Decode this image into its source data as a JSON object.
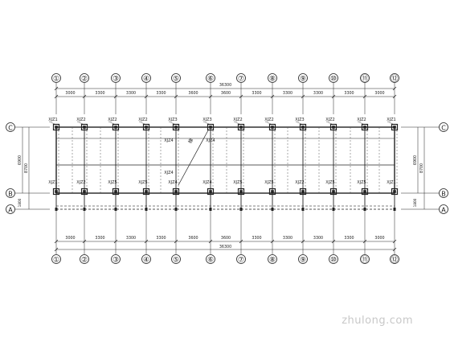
{
  "axes": {
    "columns": [
      "①",
      "②",
      "③",
      "④",
      "⑤",
      "⑥",
      "⑦",
      "⑧",
      "⑨",
      "⑩",
      "⑪",
      "⑫"
    ],
    "rows": [
      "A",
      "B",
      "C"
    ]
  },
  "dimensions": {
    "spans": [
      "3000",
      "3300",
      "3300",
      "3300",
      "3600",
      "3600",
      "3300",
      "3300",
      "3300",
      "3300",
      "3000"
    ],
    "total": "36300",
    "vertical_left": [
      "6900",
      "8700",
      "1800"
    ],
    "vertical_right": [
      "6900",
      "8700",
      "1800"
    ]
  },
  "columns": {
    "top_row": [
      "XJZ1",
      "XJZ2",
      "XJZ2",
      "XJZ2",
      "XJZ3",
      "XJZ3",
      "XJZ2",
      "XJZ2",
      "XJZ3",
      "XJZ2",
      "XJZ2",
      "XJZ1"
    ],
    "mid_row": [
      "XJZ1",
      "XJZ2",
      "XJZ5",
      "XJZ5",
      "XJZ4",
      "XJZ4",
      "XJZ5",
      "XJZ5",
      "XJZ2",
      "XJZ5",
      "XJZ5",
      "XJZ1"
    ],
    "stair_labels": [
      "XJZ4",
      "XJZ4",
      "XJZ4"
    ]
  },
  "watermark": "zhulong.com",
  "colors": {
    "line": "#222222",
    "dashed": "#555555",
    "watermark": "#c8c8c8"
  }
}
